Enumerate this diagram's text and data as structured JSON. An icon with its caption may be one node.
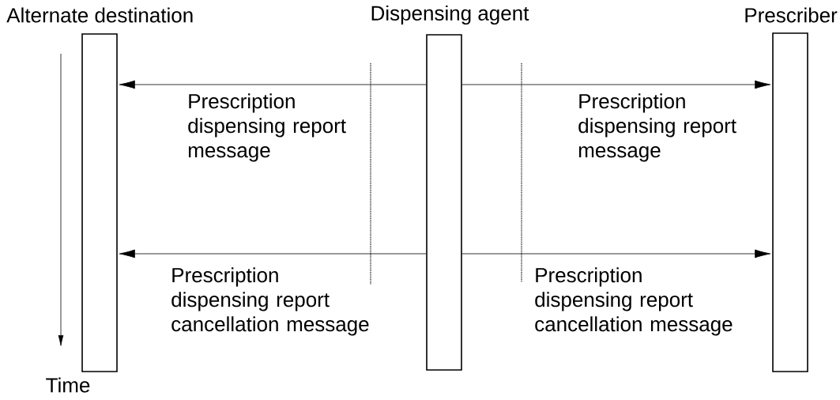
{
  "diagram": {
    "nodes": [
      {
        "text": [
          "Alternate destination"
        ]
      },
      {
        "text": [
          "Dispensing agent"
        ]
      },
      {
        "text": [
          "Prescriber"
        ]
      }
    ],
    "edges": [
      {
        "from": 1,
        "to": 0,
        "arrow": "to",
        "label": "Prescription dispensing report message"
      },
      {
        "from": 1,
        "to": 2,
        "arrow": "to",
        "label": "Prescription dispensing report message"
      },
      {
        "from": 1,
        "to": 0,
        "arrow": "to",
        "label": "Prescription dispensing report cancellation message"
      },
      {
        "from": 1,
        "to": 2,
        "arrow": "to",
        "label": "Prescription dispensing report cancellation message"
      }
    ],
    "labels": [
      "Time"
    ]
  }
}
